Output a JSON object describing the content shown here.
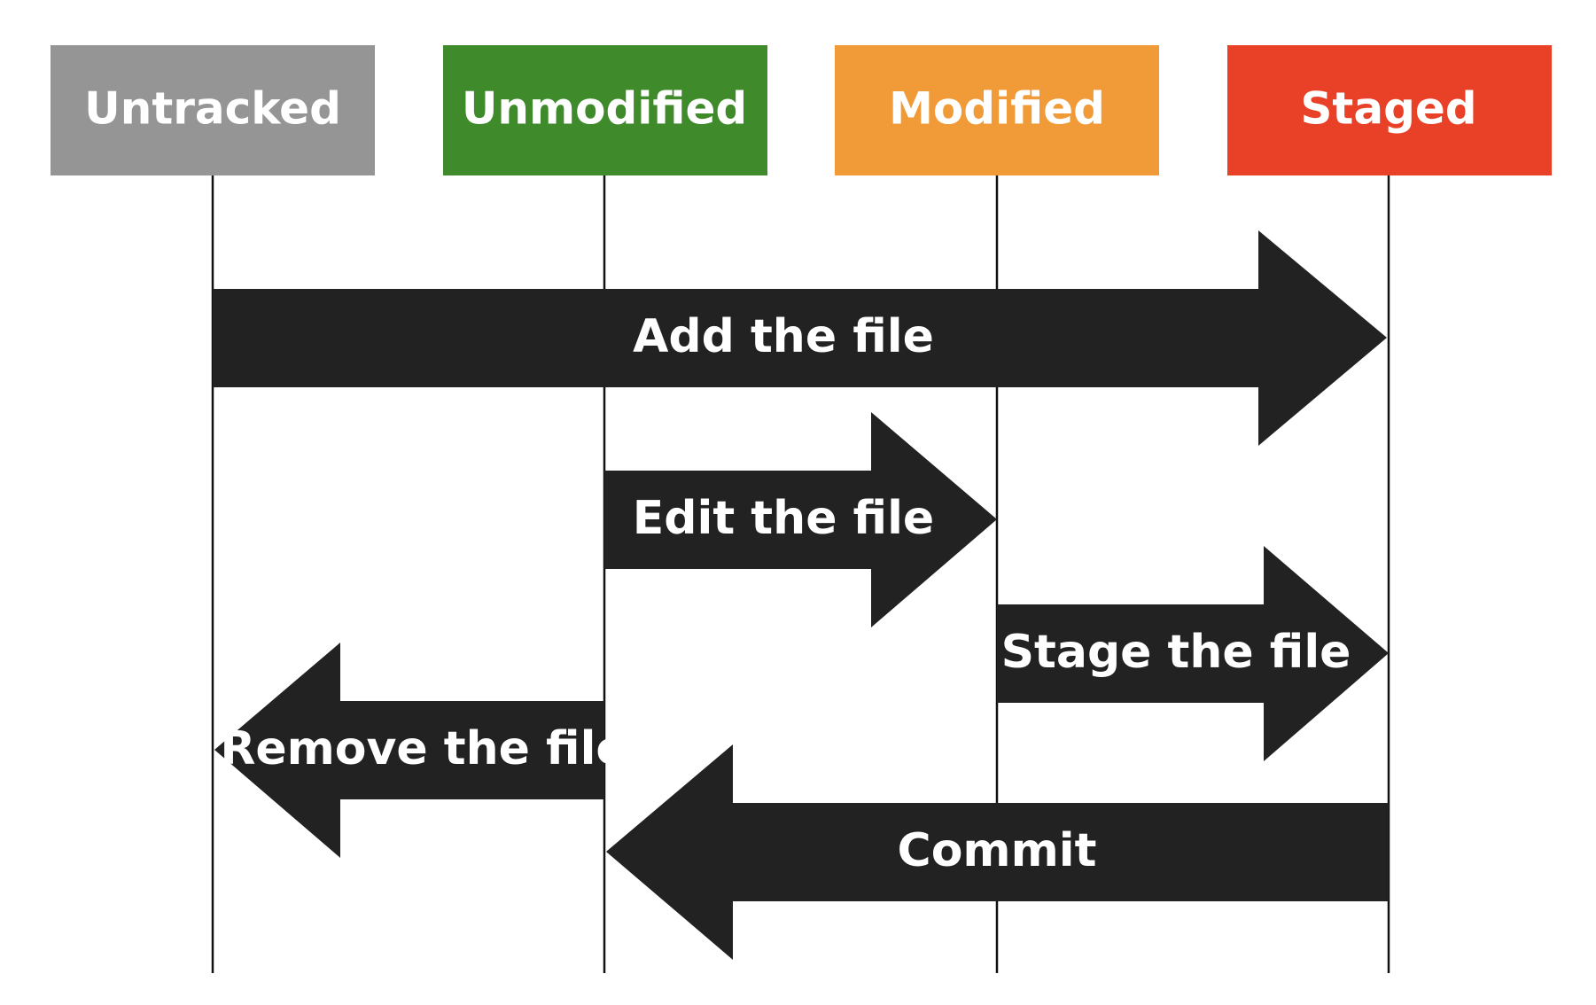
{
  "states": [
    {
      "id": "untracked",
      "label": "Untracked",
      "color": "#959595"
    },
    {
      "id": "unmodified",
      "label": "Unmodified",
      "color": "#3f8a2a"
    },
    {
      "id": "modified",
      "label": "Modified",
      "color": "#f09a38"
    },
    {
      "id": "staged",
      "label": "Staged",
      "color": "#e94127"
    }
  ],
  "transitions": [
    {
      "id": "add",
      "label": "Add the file",
      "from": "untracked",
      "to": "staged",
      "color": "#222222"
    },
    {
      "id": "edit",
      "label": "Edit the file",
      "from": "unmodified",
      "to": "modified",
      "color": "#222222"
    },
    {
      "id": "stage",
      "label": "Stage the file",
      "from": "modified",
      "to": "staged",
      "color": "#222222"
    },
    {
      "id": "remove",
      "label": "Remove the file",
      "from": "unmodified",
      "to": "untracked",
      "color": "#222222"
    },
    {
      "id": "commit",
      "label": "Commit",
      "from": "staged",
      "to": "unmodified",
      "color": "#222222"
    }
  ]
}
